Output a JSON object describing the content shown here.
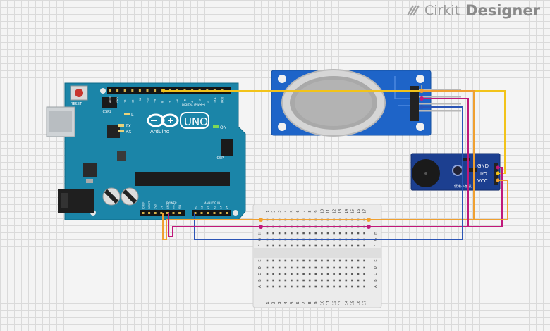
{
  "app": {
    "logo_text": "Cirkit",
    "logo_text_bold": "Designer"
  },
  "arduino": {
    "reset_label": "RESET",
    "icsp2_label": "ICSP2",
    "icsp_label": "ICSP",
    "led_l": "L",
    "led_tx": "TX",
    "led_rx": "RX",
    "on_label": "ON",
    "brand_name": "Arduino",
    "model": "UNO",
    "digital_label": "DIGITAL (PWM~)",
    "power_label": "POWER",
    "analog_label": "ANALOG IN",
    "top_header_pins": [
      "AREF",
      "GND",
      "13",
      "12",
      "~11",
      "~10",
      "~9",
      "8",
      "7",
      "~6",
      "~5",
      "4",
      "~3",
      "2",
      "TX 1",
      "RX 0"
    ],
    "power_pins": [
      "IOREF",
      "RESET",
      "3V3",
      "5V",
      "GND",
      "GND",
      "VIN"
    ],
    "analog_pins": [
      "A0",
      "A1",
      "A2",
      "A3",
      "A4",
      "A5"
    ]
  },
  "buzzer": {
    "pin_labels": [
      "GND",
      "I/O",
      "VCC"
    ],
    "chinese_text": "低电平触发"
  },
  "breadboard": {
    "columns": [
      "1",
      "2",
      "3",
      "4",
      "5",
      "6",
      "7",
      "8",
      "9",
      "10",
      "11",
      "12",
      "13",
      "14",
      "15",
      "16",
      "17"
    ],
    "rows_top": [
      "J",
      "I",
      "H",
      "G",
      "F"
    ],
    "rows_bottom": [
      "E",
      "D",
      "C",
      "B",
      "A"
    ]
  },
  "wire_colors": {
    "yellow": "#f2c31a",
    "orange": "#f0a030",
    "magenta": "#c0187a",
    "blue": "#2c55b5",
    "gray": "#8c9aa6"
  }
}
